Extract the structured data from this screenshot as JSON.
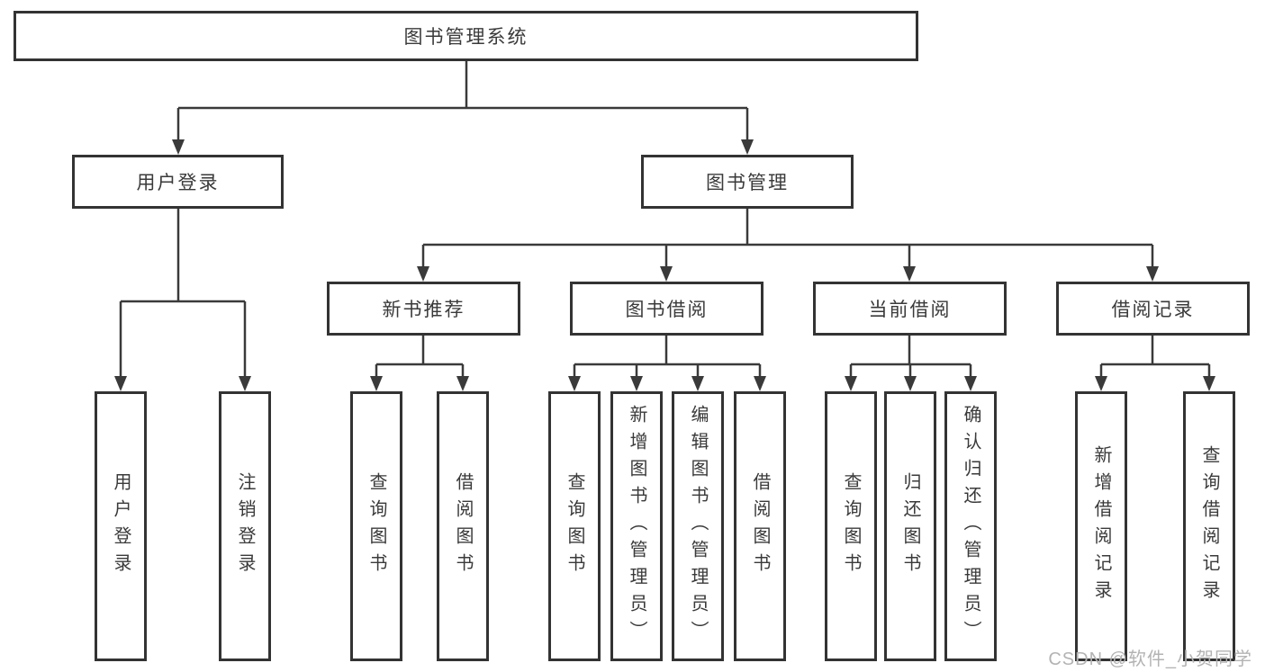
{
  "nodes": {
    "root": {
      "label": "图书管理系统"
    },
    "level1": [
      {
        "label": "用户登录"
      },
      {
        "label": "图书管理"
      }
    ],
    "level2": [
      {
        "label": "新书推荐",
        "parent": "图书管理"
      },
      {
        "label": "图书借阅",
        "parent": "图书管理"
      },
      {
        "label": "当前借阅",
        "parent": "图书管理"
      },
      {
        "label": "借阅记录",
        "parent": "图书管理"
      }
    ],
    "leaves": [
      {
        "label": "用户登录",
        "parent": "用户登录"
      },
      {
        "label": "注销登录",
        "parent": "用户登录"
      },
      {
        "label": "查询图书",
        "parent": "新书推荐"
      },
      {
        "label": "借阅图书",
        "parent": "新书推荐"
      },
      {
        "label": "查询图书",
        "parent": "图书借阅"
      },
      {
        "label": "新增图书（管理员）",
        "parent": "图书借阅"
      },
      {
        "label": "编辑图书（管理员）",
        "parent": "图书借阅"
      },
      {
        "label": "借阅图书",
        "parent": "图书借阅"
      },
      {
        "label": "查询图书",
        "parent": "当前借阅"
      },
      {
        "label": "归还图书",
        "parent": "当前借阅"
      },
      {
        "label": "确认归还（管理员）",
        "parent": "当前借阅"
      },
      {
        "label": "新增借阅记录",
        "parent": "借阅记录"
      },
      {
        "label": "查询借阅记录",
        "parent": "借阅记录"
      }
    ]
  },
  "watermark": {
    "text": "CSDN @软件_小贺同学"
  },
  "colors": {
    "line": "#3a3a3a",
    "box_border": "#333333",
    "box_fill": "#ffffff",
    "text": "#3a3a3a",
    "watermark": "#b3b3b3",
    "background": "#ffffff"
  }
}
